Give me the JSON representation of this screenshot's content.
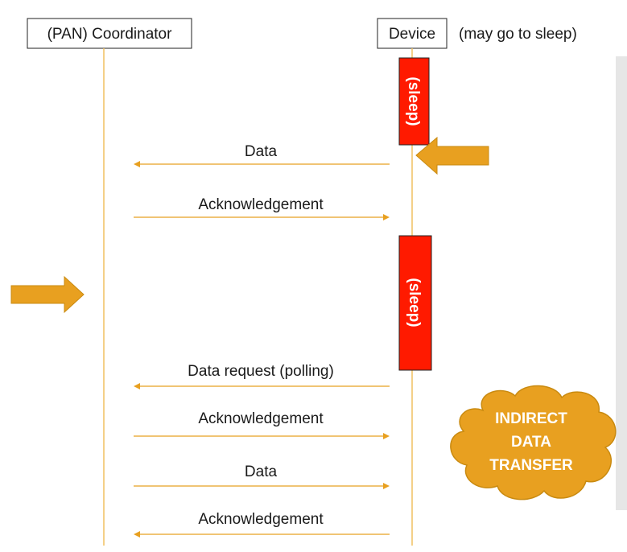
{
  "participants": {
    "coordinator": "(PAN) Coordinator",
    "device": "Device",
    "device_note": "(may go to sleep)"
  },
  "sleep_label": "(sleep)",
  "messages": [
    {
      "label": "Data",
      "direction": "to-coordinator"
    },
    {
      "label": "Acknowledgement",
      "direction": "to-device"
    },
    {
      "label": "Data request (polling)",
      "direction": "to-coordinator"
    },
    {
      "label": "Acknowledgement",
      "direction": "to-device"
    },
    {
      "label": "Data",
      "direction": "to-device"
    },
    {
      "label": "Acknowledgement",
      "direction": "to-coordinator"
    }
  ],
  "callout": {
    "line1": "INDIRECT",
    "line2": "DATA",
    "line3": "TRANSFER"
  },
  "colors": {
    "lifeline": "#f0c060",
    "message": "#e8a020",
    "sleep": "#ff1a00",
    "highlight_arrow": "#e8a020",
    "cloud": "#e8a020",
    "side_bar": "#e6e6e6"
  }
}
